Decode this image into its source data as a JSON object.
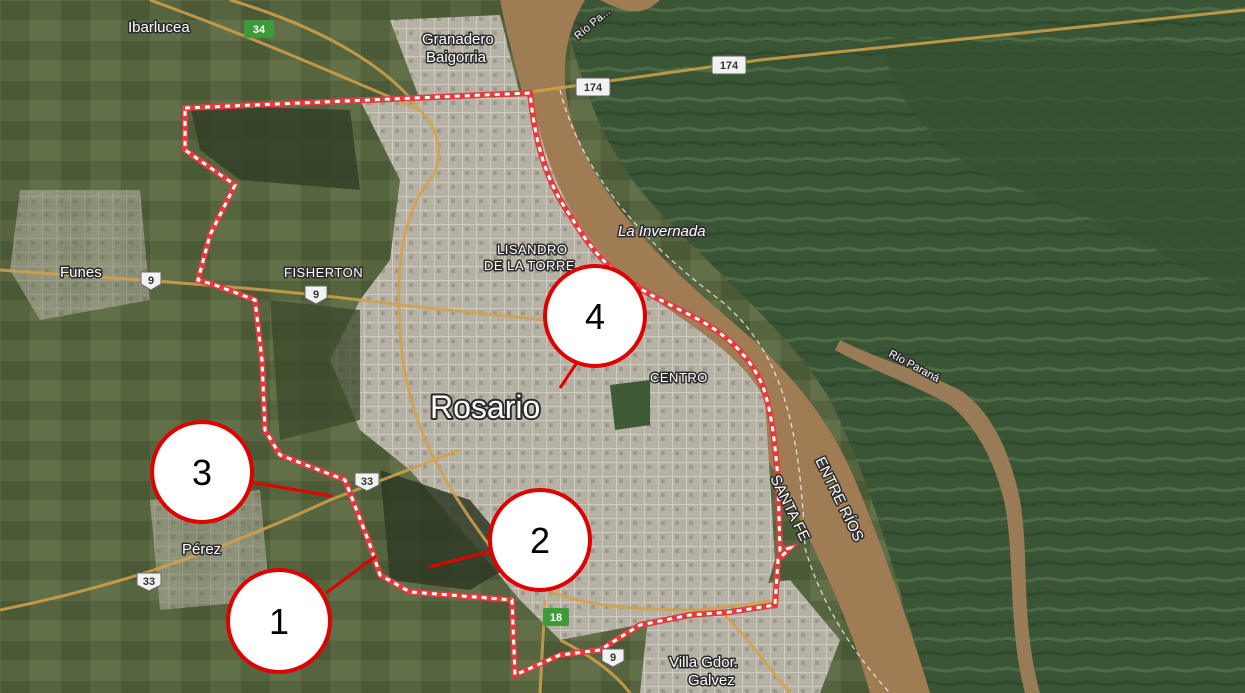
{
  "colors": {
    "water": "#a07c55",
    "wetland": "#3e5a38",
    "rural": "#4f5e3d",
    "urban": "#b9b4a8",
    "boundary": "#e33b3b",
    "marker": "#e00000"
  },
  "places": {
    "ibarlucea": "Ibarlucea",
    "granadero": "Granadero",
    "baigorria": "Baigorria",
    "funes": "Funes",
    "fisherton": "FISHERTON",
    "lisandro1": "LISANDRO",
    "lisandro2": "DE LA TORRE",
    "rosario": "Rosario",
    "centro": "CENTRO",
    "la_invernada": "La Invernada",
    "rio_parana_top": "Río Pa...",
    "rio_parana": "Río Paraná",
    "entre_rios": "ENTRE RÍOS",
    "santa_fe": "SANTA FE",
    "perez": "Pérez",
    "villa1": "Villa Gdor.",
    "villa2": "Galvez"
  },
  "routes": {
    "r34": "34",
    "r174a": "174",
    "r174b": "174",
    "r9a": "9",
    "r9b": "9",
    "r9c": "9",
    "r33a": "33",
    "r33b": "33",
    "r18": "18"
  },
  "markers": [
    {
      "label": "1"
    },
    {
      "label": "2"
    },
    {
      "label": "3"
    },
    {
      "label": "4"
    }
  ]
}
